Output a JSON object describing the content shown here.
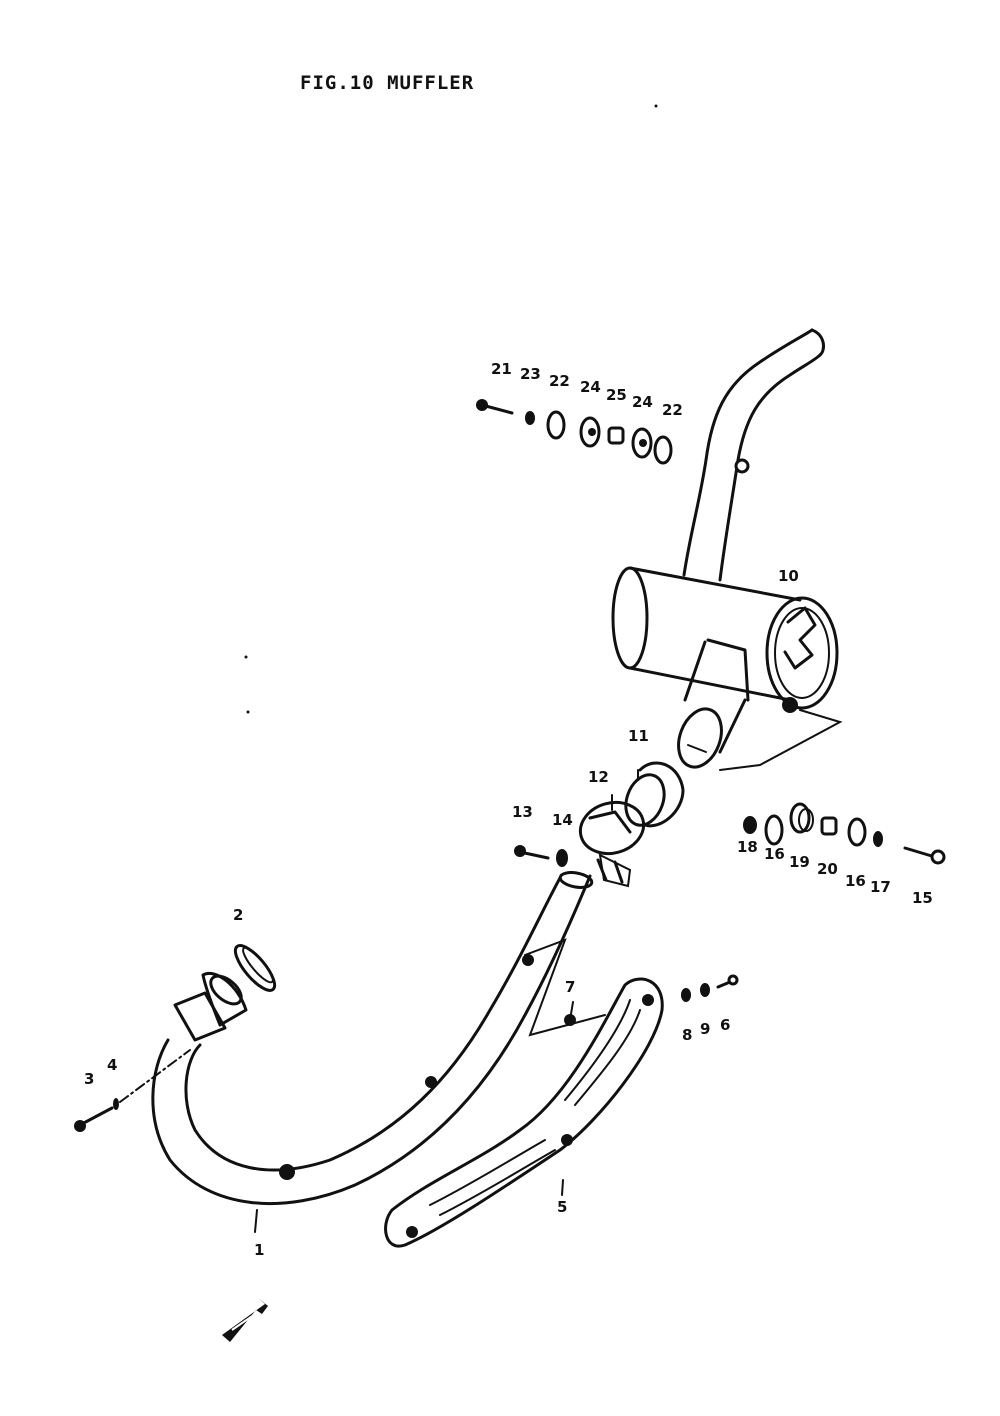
{
  "title": "FIG.10  MUFFLER",
  "callouts": [
    "1",
    "2",
    "3",
    "4",
    "5",
    "6",
    "7",
    "8",
    "9",
    "10",
    "11",
    "12",
    "13",
    "14",
    "15",
    "16",
    "16",
    "17",
    "18",
    "19",
    "20",
    "21",
    "22",
    "22",
    "23",
    "24",
    "24",
    "25"
  ]
}
